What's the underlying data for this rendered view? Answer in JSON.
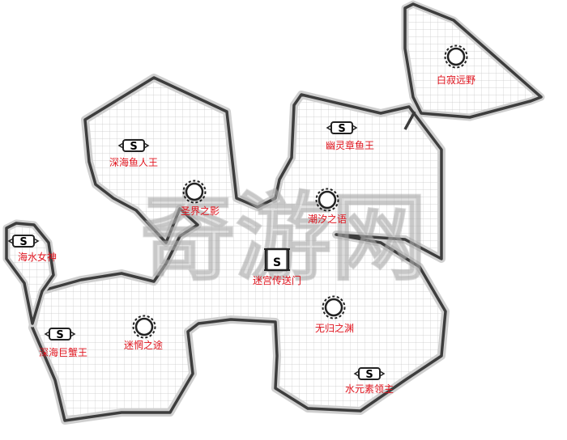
{
  "map": {
    "watermark": "奇游网",
    "colors": {
      "label_red": "#e0141e",
      "wall_dark": "#3d3d3d",
      "wall_light": "#cfcfcf",
      "grid": "#c8c8c8",
      "floor": "#ffffff",
      "watermark_gray": "#bdbdbd"
    },
    "markers": [
      {
        "id": "baiji",
        "label": "白寂远野",
        "icon": "waypoint-circle-icon"
      },
      {
        "id": "youling",
        "label": "幽灵章鱼王",
        "icon": "boss-s-icon"
      },
      {
        "id": "shenhai-yuren",
        "label": "深海鱼人王",
        "icon": "boss-s-icon"
      },
      {
        "id": "shengjie",
        "label": "圣界之影",
        "icon": "waypoint-circle-icon"
      },
      {
        "id": "chaoxi",
        "label": "潮汐之语",
        "icon": "waypoint-circle-icon"
      },
      {
        "id": "haishui",
        "label": "海水女神",
        "icon": "boss-s-icon"
      },
      {
        "id": "portal",
        "label": "迷宫传送门",
        "icon": "portal-gate-icon"
      },
      {
        "id": "wugui",
        "label": "无归之渊",
        "icon": "waypoint-circle-icon"
      },
      {
        "id": "mimang",
        "label": "迷惘之途",
        "icon": "waypoint-circle-icon"
      },
      {
        "id": "shenhai-juxie",
        "label": "深海巨蟹王",
        "icon": "boss-s-icon"
      },
      {
        "id": "shuiyuan",
        "label": "水元素领主",
        "icon": "boss-s-icon"
      }
    ]
  }
}
